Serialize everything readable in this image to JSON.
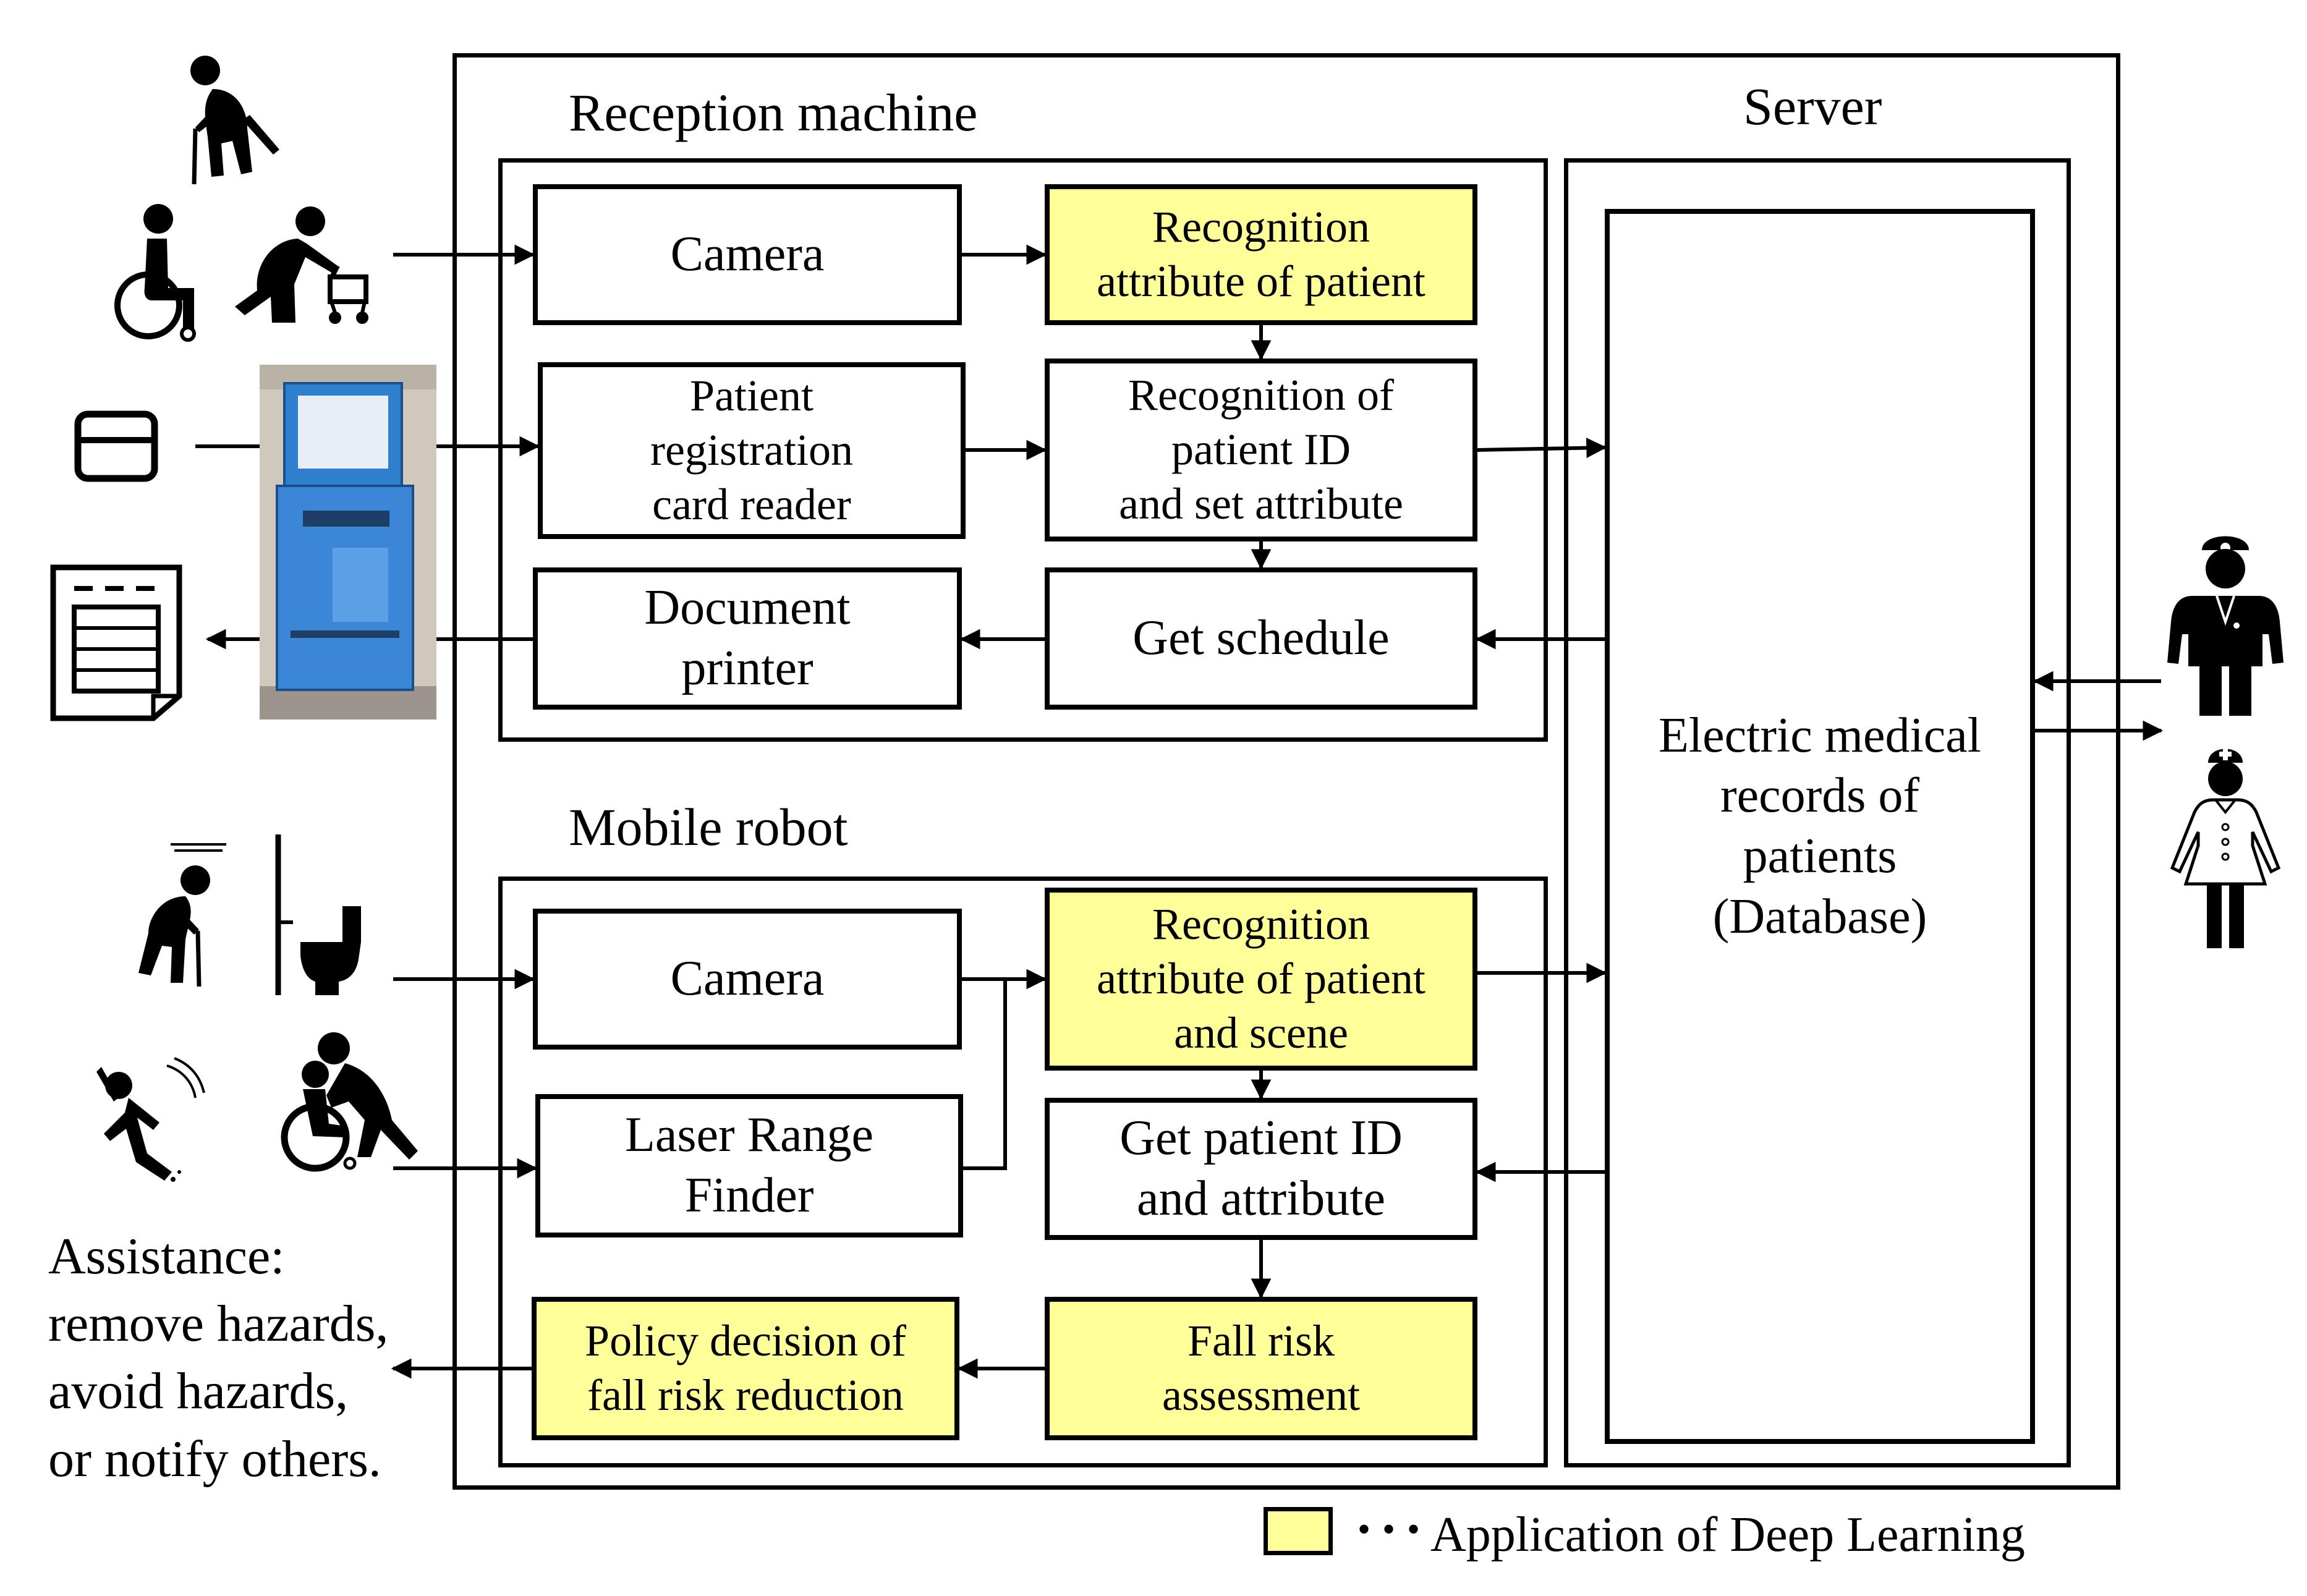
{
  "sections": {
    "reception": {
      "title": "Reception machine"
    },
    "server": {
      "title": "Server"
    },
    "robot": {
      "title": "Mobile robot"
    }
  },
  "reception_boxes": {
    "camera": "Camera",
    "recog_attr": "Recognition\nattribute of patient",
    "card_reader": "Patient\nregistration\ncard reader",
    "recog_id": "Recognition of\npatient ID\nand set attribute",
    "printer": "Document\nprinter",
    "schedule": "Get schedule"
  },
  "robot_boxes": {
    "camera": "Camera",
    "recog_scene": "Recognition\nattribute of patient\nand scene",
    "lrf": "Laser Range\nFinder",
    "get_id": "Get patient ID\nand attribute",
    "policy": "Policy decision of\nfall risk reduction",
    "fall_risk": "Fall risk\nassessment"
  },
  "server_box": "Electric medical\nrecords of\npatients\n(Database)",
  "assistance_text": "Assistance:\nremove hazards,\navoid hazards,\nor notify others.",
  "legend": {
    "label": "Application of Deep Learning",
    "color": "#ffff99",
    "dots": "• • •"
  },
  "icons": [
    "elderly-cane-icon",
    "wheelchair-user-icon",
    "walker-user-icon",
    "card-icon",
    "kiosk-photo",
    "document-icon",
    "elderly-at-toilet-icon",
    "toilet-icon",
    "falling-person-icon",
    "caregiver-wheelchair-icon",
    "doctor-icon",
    "nurse-icon"
  ]
}
